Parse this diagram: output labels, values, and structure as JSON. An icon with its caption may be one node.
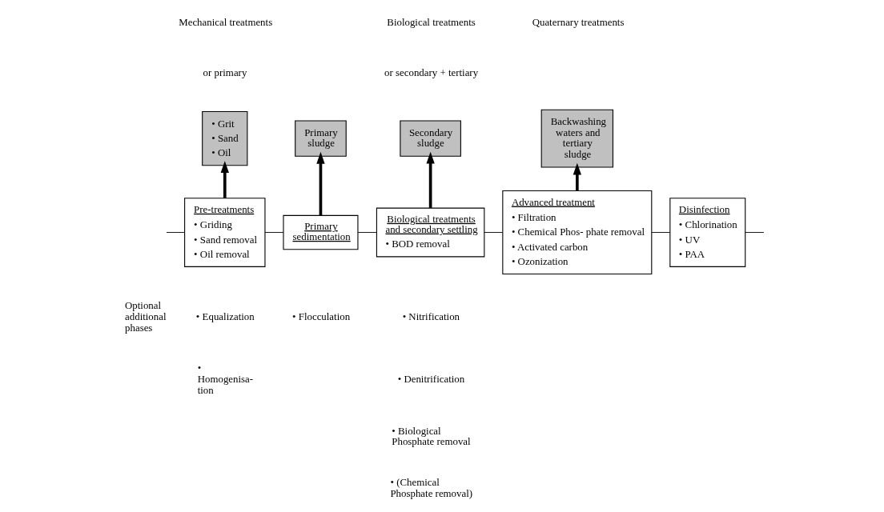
{
  "diagram": {
    "nodes": [
      {
        "text": [
          "• Grit",
          "• Sand",
          "• Oil"
        ]
      },
      {
        "text": [
          "Primary sludge"
        ]
      },
      {
        "text": [
          "Secondary sludge"
        ]
      },
      {
        "text": [
          "Backwashing waters and tertiary sludge"
        ]
      },
      {
        "text": [
          "Pre-treatments",
          "• Griding",
          "• Sand removal",
          "• Oil removal"
        ]
      },
      {
        "text": [
          "Primary sedimentation"
        ]
      },
      {
        "text": [
          "Biological treatments and secondary settling",
          "• BOD removal"
        ]
      },
      {
        "text": [
          "Advanced treatment",
          "• Filtration",
          "• Chemical Phos- phate removal",
          "• Activated carbon",
          "• Ozonization"
        ]
      },
      {
        "text": [
          "Disinfection",
          "• Chlorination",
          "• UV",
          "• PAA"
        ]
      }
    ],
    "edges": [
      {
        "from": 4,
        "to": 0,
        "arrow": "to",
        "style": "thick"
      },
      {
        "from": 5,
        "to": 1,
        "arrow": "to",
        "style": "thick"
      },
      {
        "from": 6,
        "to": 2,
        "arrow": "to",
        "style": "thick"
      },
      {
        "from": 7,
        "to": 3,
        "arrow": "to",
        "style": "thick"
      },
      {
        "from": null,
        "to": 4,
        "arrow": "none"
      },
      {
        "from": 4,
        "to": 5,
        "arrow": "none"
      },
      {
        "from": 5,
        "to": 6,
        "arrow": "none"
      },
      {
        "from": 6,
        "to": 7,
        "arrow": "none"
      },
      {
        "from": 7,
        "to": 8,
        "arrow": "none"
      },
      {
        "from": 8,
        "to": null,
        "arrow": "none"
      }
    ],
    "labels": [
      "Mechanical treatments",
      "or primary",
      "Biological treatments",
      "or secondary + tertiary",
      "Quaternary treatments",
      "Optional additional phases",
      "• Equalization",
      "• Homogenisa- tion",
      "• Flocculation",
      "• Nitrification",
      "• Denitrification",
      "• Biological Phosphate removal",
      "• (Chemical Phosphate removal)"
    ]
  }
}
